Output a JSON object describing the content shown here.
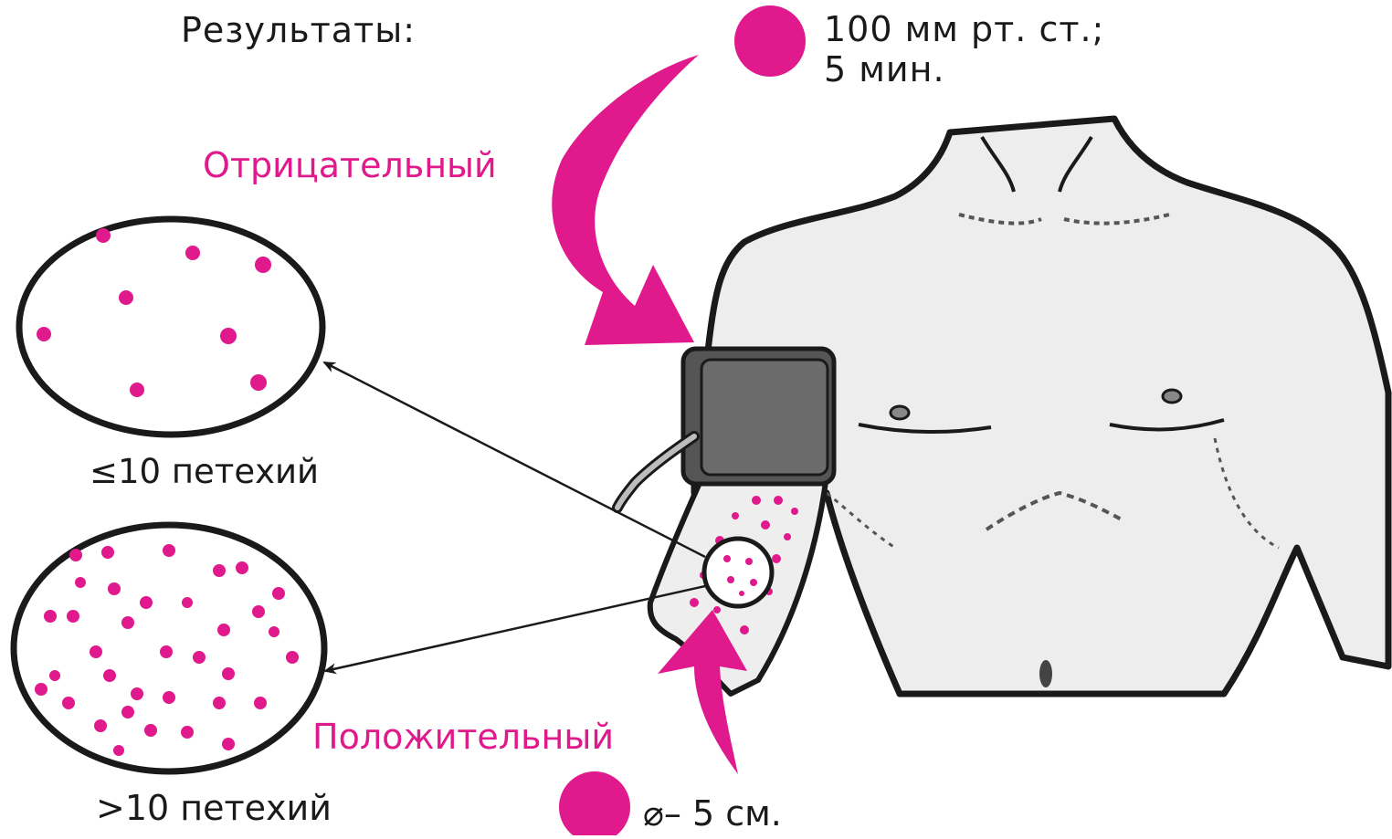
{
  "diagram": {
    "title": "Результаты:",
    "pressure": {
      "line1": "100 мм рт. ст.;",
      "line2": "5 мин."
    },
    "negative": {
      "label": "Отрицательный",
      "caption": "≤10 петехий"
    },
    "positive": {
      "label": "Положительный",
      "caption": ">10 петехий"
    },
    "diameter": "⌀– 5 см.",
    "colors": {
      "accent": "#e0198c",
      "ink": "#1a1a1a",
      "cuff": "#6b6b6b",
      "skin": "#ededed"
    }
  }
}
